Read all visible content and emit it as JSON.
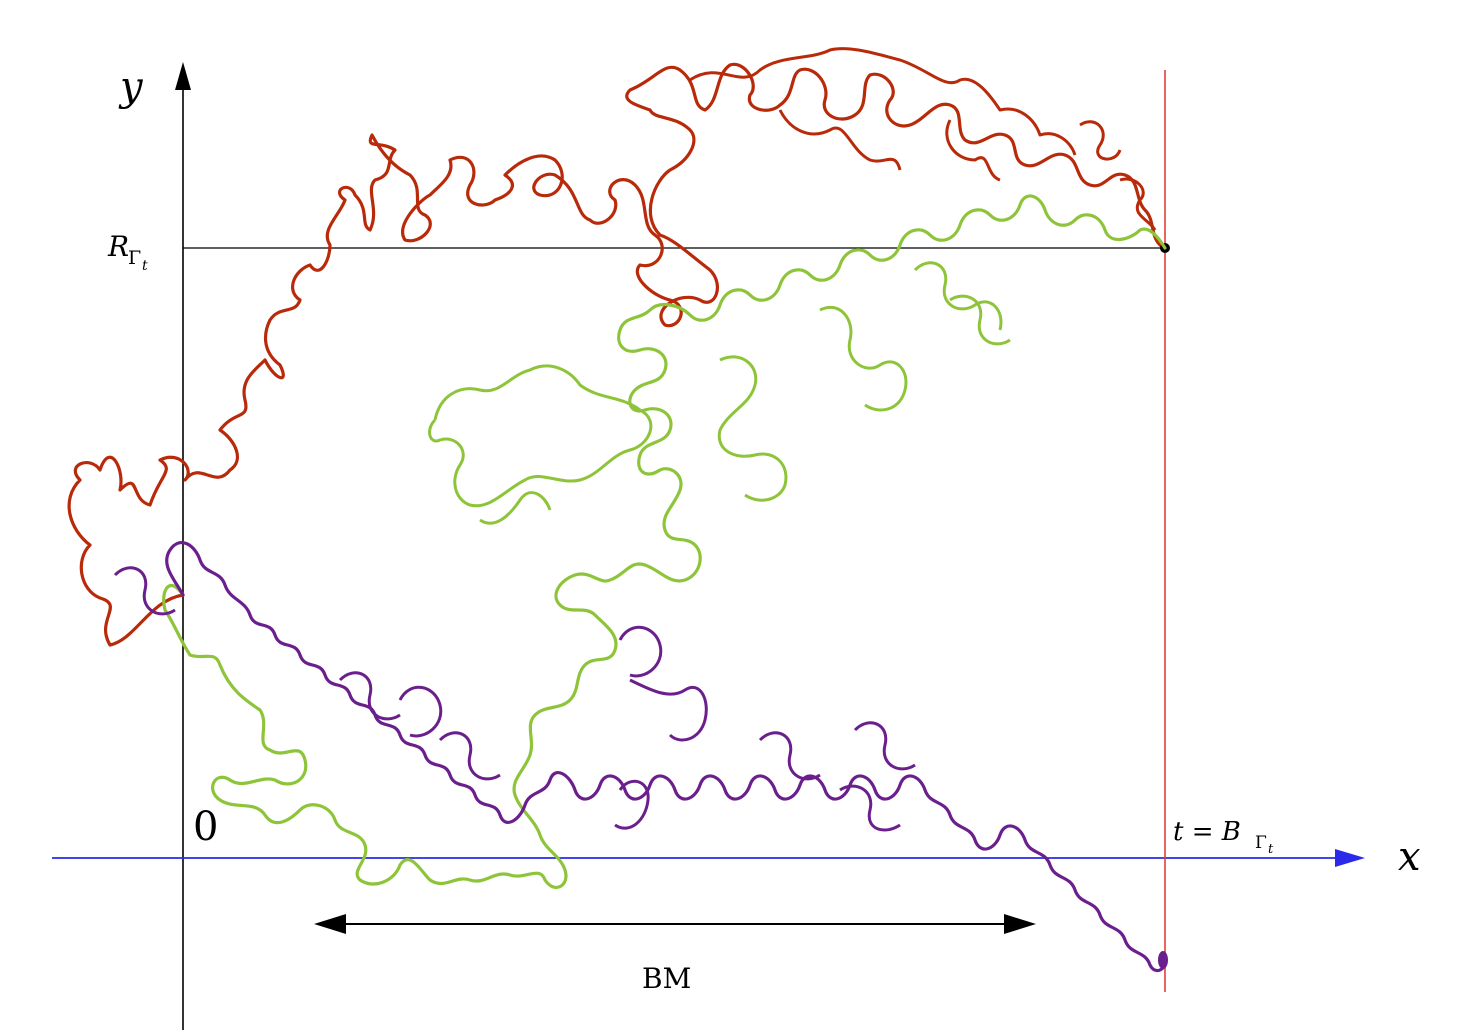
{
  "labels": {
    "y_axis": "y",
    "x_axis": "x",
    "origin": "0",
    "r_symbol": "R",
    "gamma": "Γ",
    "t_sub": "t",
    "t_eq": "t = B",
    "bm": "BM"
  },
  "colors": {
    "background": "#ffffff",
    "axes": "#000000",
    "x_axis": "#2a2ae8",
    "vertical_line": "#e0403a",
    "horizontal_line": "#000000",
    "red_path": "#b82a0a",
    "green_path": "#8ec43a",
    "purple_path": "#6b1f8c",
    "endpoint_dot": "#000000"
  }
}
